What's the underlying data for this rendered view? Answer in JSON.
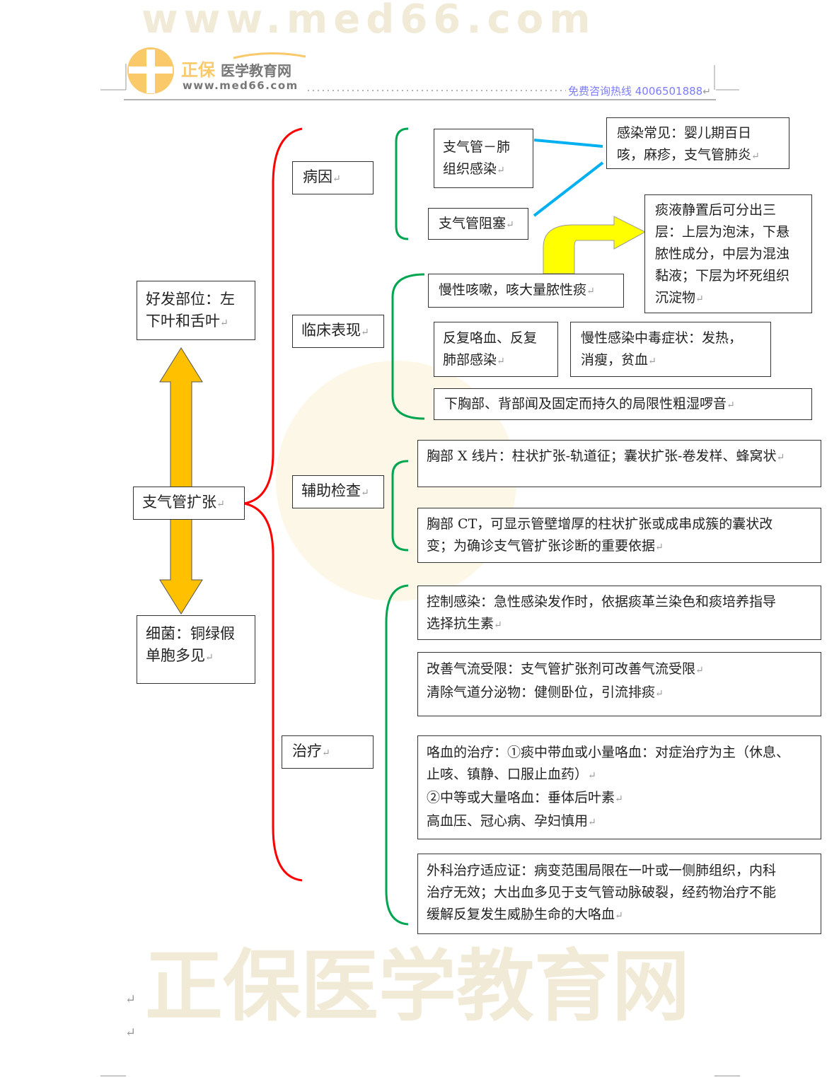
{
  "header": {
    "logo_brand": "正保",
    "logo_name": "医学教育网",
    "logo_url": "www.med66.com",
    "hotline": "免费咨询热线 4006501888"
  },
  "watermark": {
    "brand": "正保医学教育网",
    "url": "www.med66.com"
  },
  "colors": {
    "brace": "#ff0000",
    "bracket": "#00a550",
    "connector": "#00b0f0",
    "arrow_yellow": "#ffff00",
    "arrow_orange": "#ffc000",
    "hotline": "#7b7bff"
  },
  "center": {
    "label": "支气管扩张"
  },
  "left": {
    "site": [
      "好发部位：左",
      "下叶和舌叶"
    ],
    "bacteria": [
      "细菌：铜绿假",
      "单胞多见"
    ]
  },
  "branches": {
    "cause": {
      "label": "病因",
      "items": [
        [
          "支气管－肺",
          "组织感染"
        ],
        [
          "支气管阻塞"
        ]
      ],
      "note1": [
        "感染常见：婴儿期百日",
        "咳，麻疹，支气管肺炎"
      ],
      "note2": [
        "痰液静置后可分出三",
        "层：上层为泡沫，下悬",
        "脓性成分，中层为混浊",
        "黏液；下层为坏死组织",
        "沉淀物"
      ]
    },
    "clinical": {
      "label": "临床表现",
      "items": [
        [
          "慢性咳嗽，咳大量脓性痰"
        ],
        [
          "反复咯血、反复",
          "肺部感染"
        ],
        [
          "慢性感染中毒症状：发热，",
          "消瘦，贫血"
        ],
        [
          "下胸部、背部闻及固定而持久的局限性粗湿啰音"
        ]
      ]
    },
    "exam": {
      "label": "辅助检查",
      "items": [
        [
          "胸部 X 线片：柱状扩张-轨道征；囊状扩张-卷发样、蜂窝状"
        ],
        [
          "胸部  CT，可显示管壁增厚的柱状扩张或成串成簇的囊状改",
          "变；为确诊支气管扩张诊断的重要依据"
        ]
      ]
    },
    "treatment": {
      "label": "治疗",
      "items": [
        [
          "控制感染：急性感染发作时，依据痰革兰染色和痰培养指导",
          "选择抗生素"
        ],
        [
          "改善气流受限：支气管扩张剂可改善气流受限",
          "清除气道分泌物：健侧卧位，引流排痰"
        ],
        [
          "咯血的治疗：①痰中带血或小量咯血：对症治疗为主（休息、",
          "止咳、镇静、口服止血药）",
          "②中等或大量咯血：垂体后叶素",
          "高血压、冠心病、孕妇慎用"
        ],
        [
          "外科治疗适应证：病变范围局限在一叶或一侧肺组织，内科",
          "治疗无效；大出血多见于支气管动脉破裂，经药物治疗不能",
          "缓解反复发生威胁生命的大咯血"
        ]
      ]
    }
  }
}
